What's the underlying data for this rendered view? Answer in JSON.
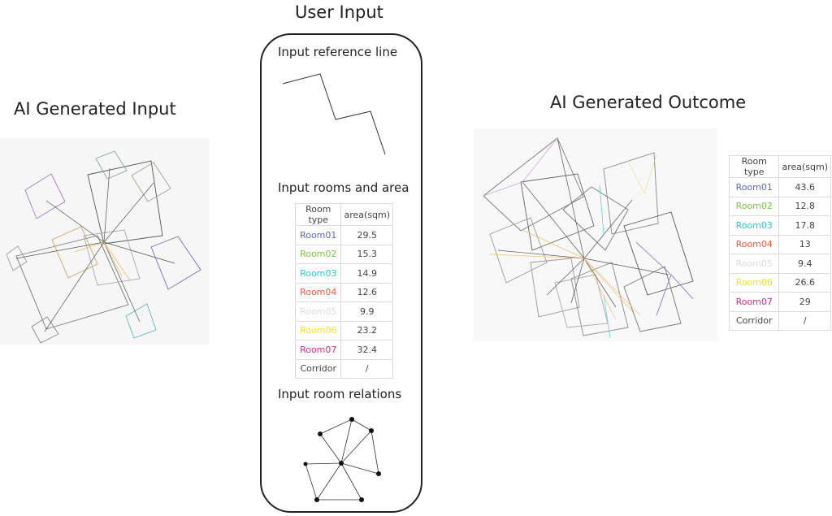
{
  "user_input": {
    "title": "User Input",
    "reference_line_label": "Input reference line",
    "rooms_label": "Input rooms and area",
    "relations_label": "Input room relations"
  },
  "ai_input": {
    "title": "AI Generated Input"
  },
  "ai_outcome": {
    "title": "AI Generated Outcome"
  },
  "table_headers": {
    "room_type": "Room type",
    "area": "area(sqm)"
  },
  "input_rooms": [
    {
      "name": "Room01",
      "area": "29.5",
      "color": "#5b6abf"
    },
    {
      "name": "Room02",
      "area": "15.3",
      "color": "#7cc242"
    },
    {
      "name": "Room03",
      "area": "14.9",
      "color": "#2ec9c9"
    },
    {
      "name": "Room04",
      "area": "12.6",
      "color": "#ee5a3c"
    },
    {
      "name": "Room05",
      "area": "9.9",
      "color": "#dddddd"
    },
    {
      "name": "Room06",
      "area": "23.2",
      "color": "#f5e22a"
    },
    {
      "name": "Room07",
      "area": "32.4",
      "color": "#d52b8a"
    },
    {
      "name": "Corridor",
      "area": "/",
      "color": "#444444"
    }
  ],
  "outcome_rooms": [
    {
      "name": "Room01",
      "area": "43.6",
      "color": "#5b6abf"
    },
    {
      "name": "Room02",
      "area": "12.8",
      "color": "#7cc242"
    },
    {
      "name": "Room03",
      "area": "17.8",
      "color": "#2ec9c9"
    },
    {
      "name": "Room04",
      "area": "13",
      "color": "#ee5a3c"
    },
    {
      "name": "Room05",
      "area": "9.4",
      "color": "#dddddd"
    },
    {
      "name": "Room06",
      "area": "26.6",
      "color": "#f5e22a"
    },
    {
      "name": "Room07",
      "area": "29",
      "color": "#d52b8a"
    },
    {
      "name": "Corridor",
      "area": "/",
      "color": "#444444"
    }
  ]
}
